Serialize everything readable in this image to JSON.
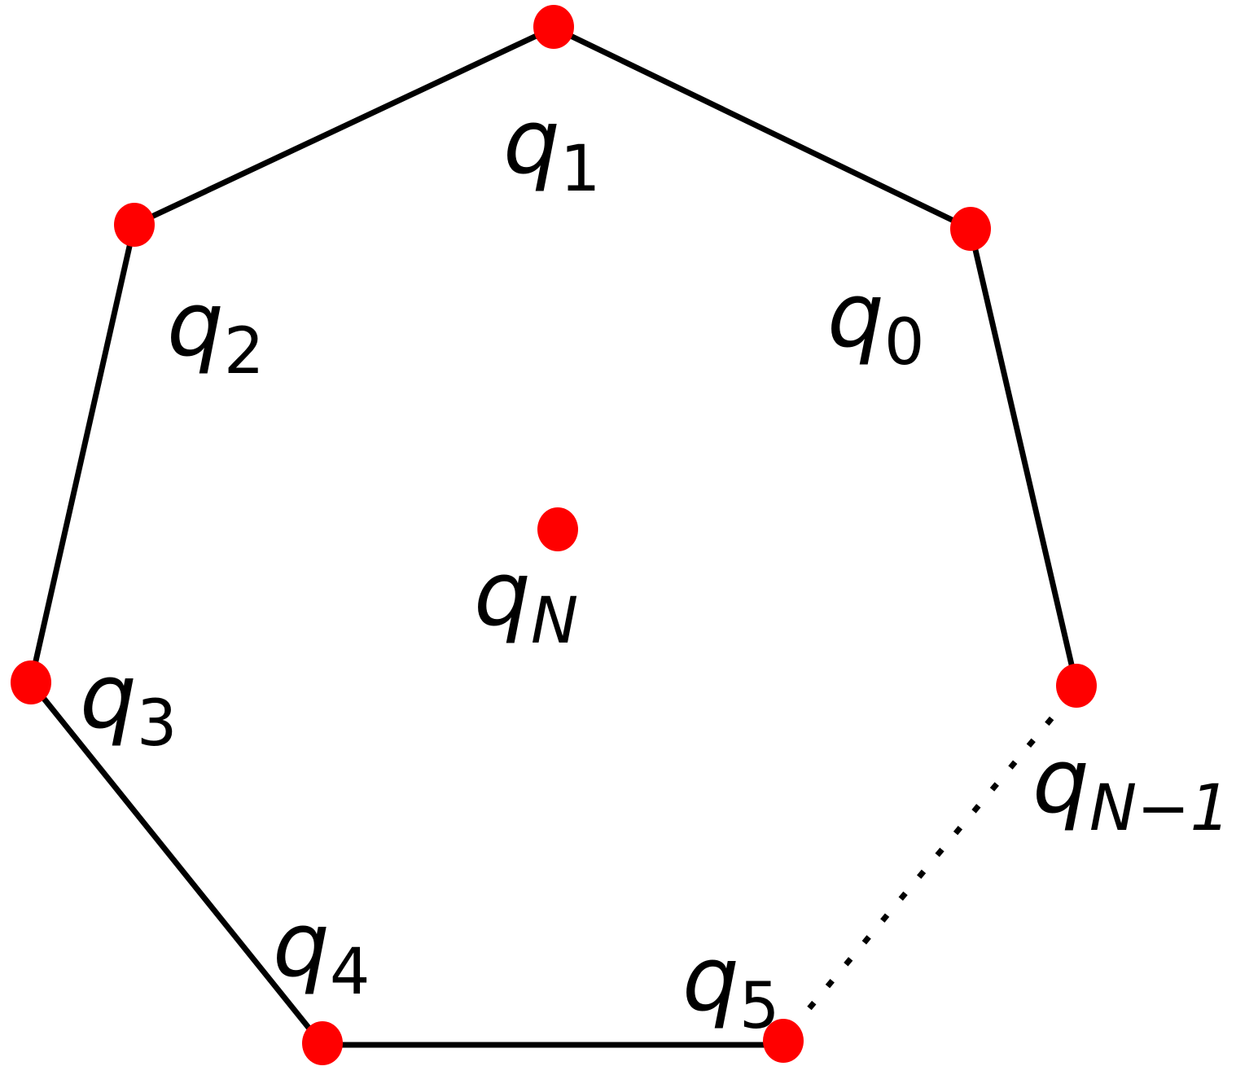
{
  "diagram": {
    "colors": {
      "vertex": "#ff0000",
      "edge": "#000000",
      "background": "#ffffff"
    },
    "vertices": [
      {
        "id": "q1",
        "name": "q",
        "sub": "1"
      },
      {
        "id": "q2",
        "name": "q",
        "sub": "2"
      },
      {
        "id": "q0",
        "name": "q",
        "sub": "0"
      },
      {
        "id": "qN",
        "name": "q",
        "sub": "N"
      },
      {
        "id": "q3",
        "name": "q",
        "sub": "3"
      },
      {
        "id": "qN-1",
        "name": "q",
        "sub": "N−1"
      },
      {
        "id": "q4",
        "name": "q",
        "sub": "4"
      },
      {
        "id": "q5",
        "name": "q",
        "sub": "5"
      }
    ],
    "edges": [
      {
        "from": "q1",
        "to": "q0",
        "style": "solid"
      },
      {
        "from": "q1",
        "to": "q2",
        "style": "solid"
      },
      {
        "from": "q2",
        "to": "q3",
        "style": "solid"
      },
      {
        "from": "q0",
        "to": "qN-1",
        "style": "solid"
      },
      {
        "from": "q3",
        "to": "q4",
        "style": "solid"
      },
      {
        "from": "q4",
        "to": "q5",
        "style": "solid"
      },
      {
        "from": "q5",
        "to": "qN-1",
        "style": "dotted"
      }
    ]
  }
}
